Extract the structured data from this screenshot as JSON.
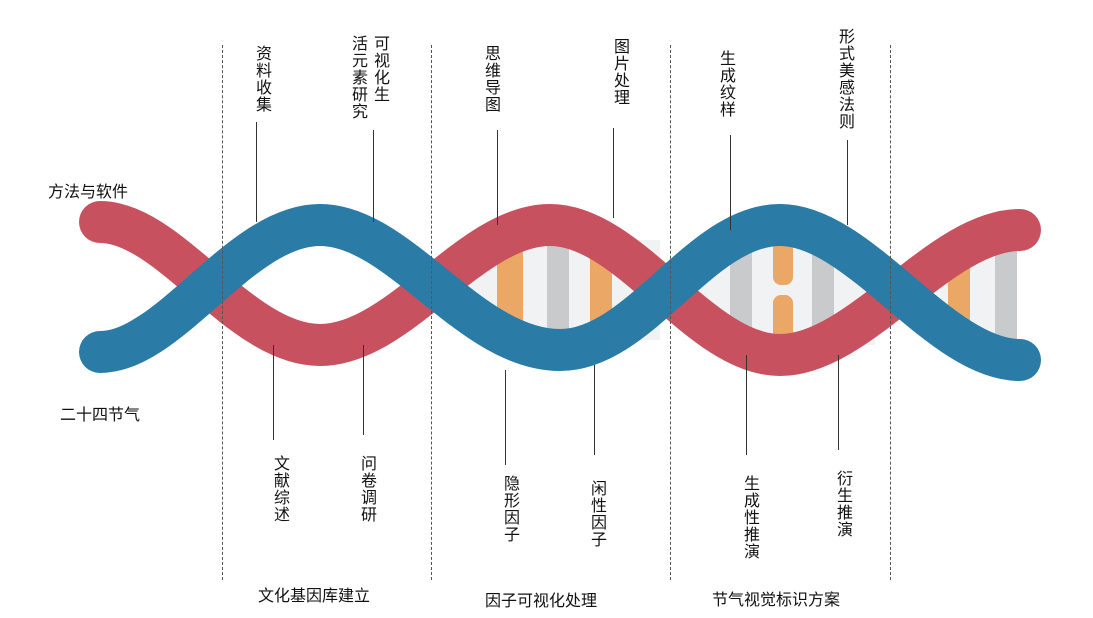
{
  "colors": {
    "strand_a": "#c8515f",
    "strand_b": "#2a7ba5",
    "rung_orange": "#eba766",
    "rung_gray": "#c9cacb",
    "inner_bg": "#f1f2f4"
  },
  "left_labels": {
    "top": "方法与软件",
    "bottom": "二十四节气"
  },
  "top_labels": [
    "资料收集",
    "可视化生",
    "活元素研究",
    "思维导图",
    "图片处理",
    "生成纹样",
    "形式美感法则"
  ],
  "bottom_labels": [
    "文献综述",
    "问卷调研",
    "隐形因子",
    "闲性因子",
    "生成性推演",
    "衍生推演"
  ],
  "sections": [
    "文化基因库建立",
    "因子可视化处理",
    "节气视觉标识方案"
  ]
}
